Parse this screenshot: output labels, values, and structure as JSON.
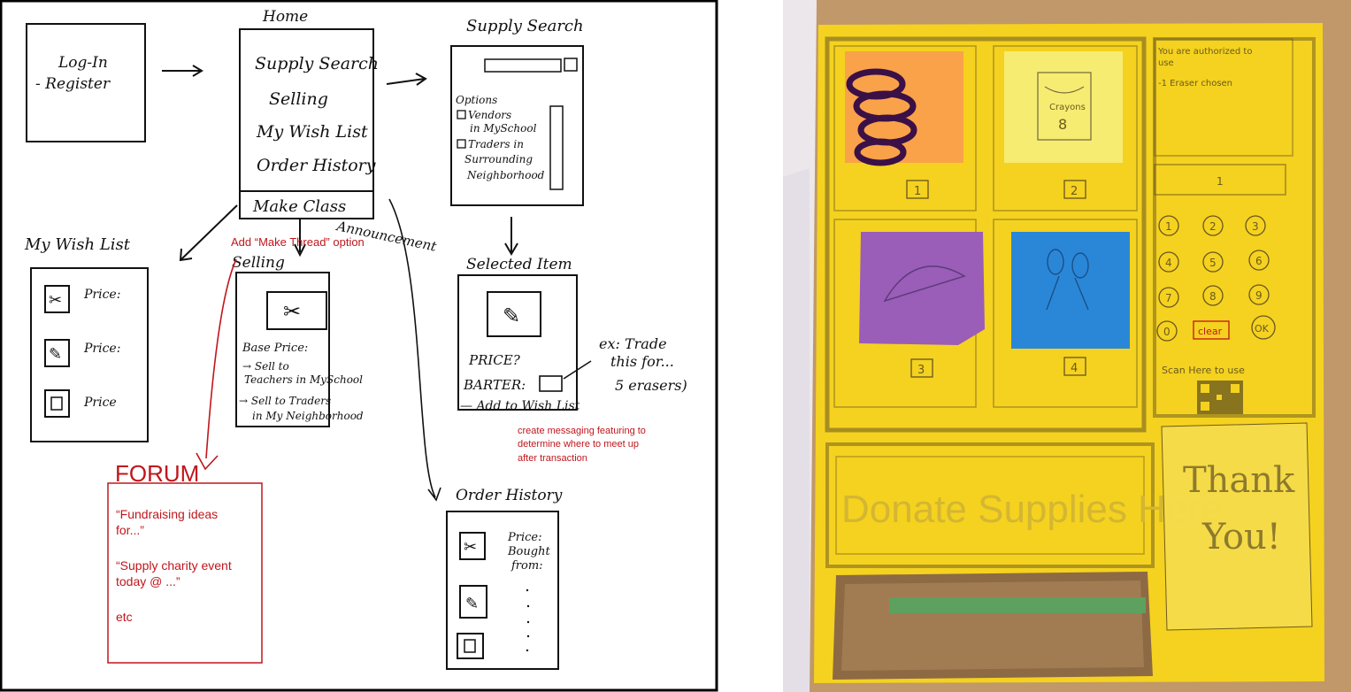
{
  "sketch": {
    "login": {
      "line1": "Log-In",
      "line2": "- Register"
    },
    "home": {
      "title": "Home",
      "items": [
        "Supply Search",
        "Selling",
        "My Wish List",
        "Order History"
      ],
      "make_class": "Make Class",
      "announcement": "Announcement"
    },
    "supply_search": {
      "title": "Supply Search",
      "options_label": "Options",
      "opt1a": "Vendors",
      "opt1b": "in MySchool",
      "opt2a": "Traders in",
      "opt2b": "Surrounding",
      "opt2c": "Neighborhood"
    },
    "wish_list": {
      "title": "My Wish List",
      "rows": [
        "Price:",
        "Price:",
        "Price"
      ]
    },
    "selling": {
      "title": "Selling",
      "base_price": "Base Price:",
      "sell1a": "→ Sell to",
      "sell1b": "Teachers in MySchool",
      "sell2a": "→ Sell to Traders",
      "sell2b": "in My Neighborhood"
    },
    "selected_item": {
      "title": "Selected Item",
      "price": "PRICE?",
      "barter": "BARTER:",
      "add_wish": "— Add to Wish List",
      "note1": "ex: Trade",
      "note2": "this for...",
      "note3": "5 erasers)"
    },
    "order_history": {
      "title": "Order History",
      "price": "Price:",
      "bought1": "Bought",
      "bought2": "from:"
    },
    "annotations": {
      "make_thread": "Add “Make Thread” option",
      "messaging1": "create messaging featuring to",
      "messaging2": "determine where to meet up",
      "messaging3": "after transaction"
    },
    "forum": {
      "title": "FORUM",
      "post1a": "“Fundraising ideas",
      "post1b": "for...”",
      "post2a": "“Supply charity event",
      "post2b": "today @ ...”",
      "post3": "etc"
    }
  },
  "photo": {
    "slots": [
      "1",
      "2",
      "3",
      "4"
    ],
    "crayons_label": "Crayons",
    "crayons_count": "8",
    "auth1": "You are authorized to",
    "auth2": "use",
    "auth_item": "-1 Eraser chosen",
    "display_value": "1",
    "keypad": [
      "1",
      "2",
      "3",
      "4",
      "5",
      "6",
      "7",
      "8",
      "9",
      "0",
      "clear",
      "OK"
    ],
    "scan_label": "Scan Here to use",
    "donate": "Donate Supplies Here",
    "thank1": "Thank",
    "thank2": "You!"
  },
  "colors": {
    "ink": "#111111",
    "red": "#c0161c",
    "yellow": "#f4d21f",
    "orange": "#f9a24a",
    "lightyellow": "#f6ec72",
    "purple": "#9a5db8",
    "blue": "#2a87d8"
  }
}
